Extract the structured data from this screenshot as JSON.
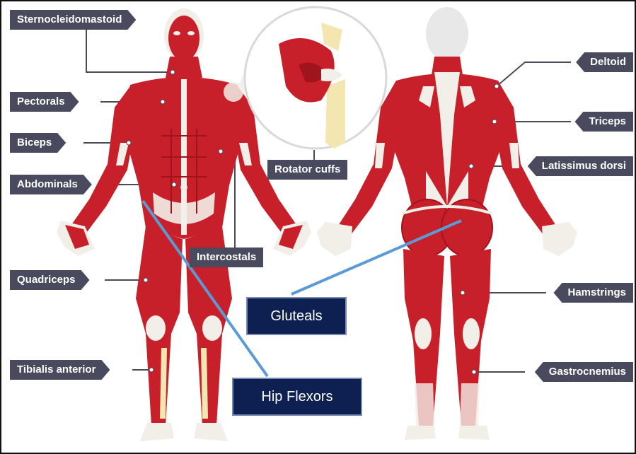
{
  "labels": {
    "sternocleidomastoid": "Sternocleidomastoid",
    "pectorals": "Pectorals",
    "biceps": "Biceps",
    "abdominals": "Abdominals",
    "quadriceps": "Quadriceps",
    "tibialis_anterior": "Tibialis anterior",
    "rotator_cuffs": "Rotator cuffs",
    "intercostals": "Intercostals",
    "deltoid": "Deltoid",
    "triceps": "Triceps",
    "latissimus_dorsi": "Latissimus dorsi",
    "hamstrings": "Hamstrings",
    "gastrocnemius": "Gastrocnemius"
  },
  "added_labels": {
    "gluteals": "Gluteals",
    "hip_flexors": "Hip Flexors"
  },
  "colors": {
    "muscle": "#c8202a",
    "muscle_dark": "#a0141e",
    "tendon": "#f2efe8",
    "bone": "#f3e6b0",
    "tag_bg": "#4a4a5e",
    "box_bg": "#0e1f52",
    "pointer_line": "#5b9bd5"
  }
}
